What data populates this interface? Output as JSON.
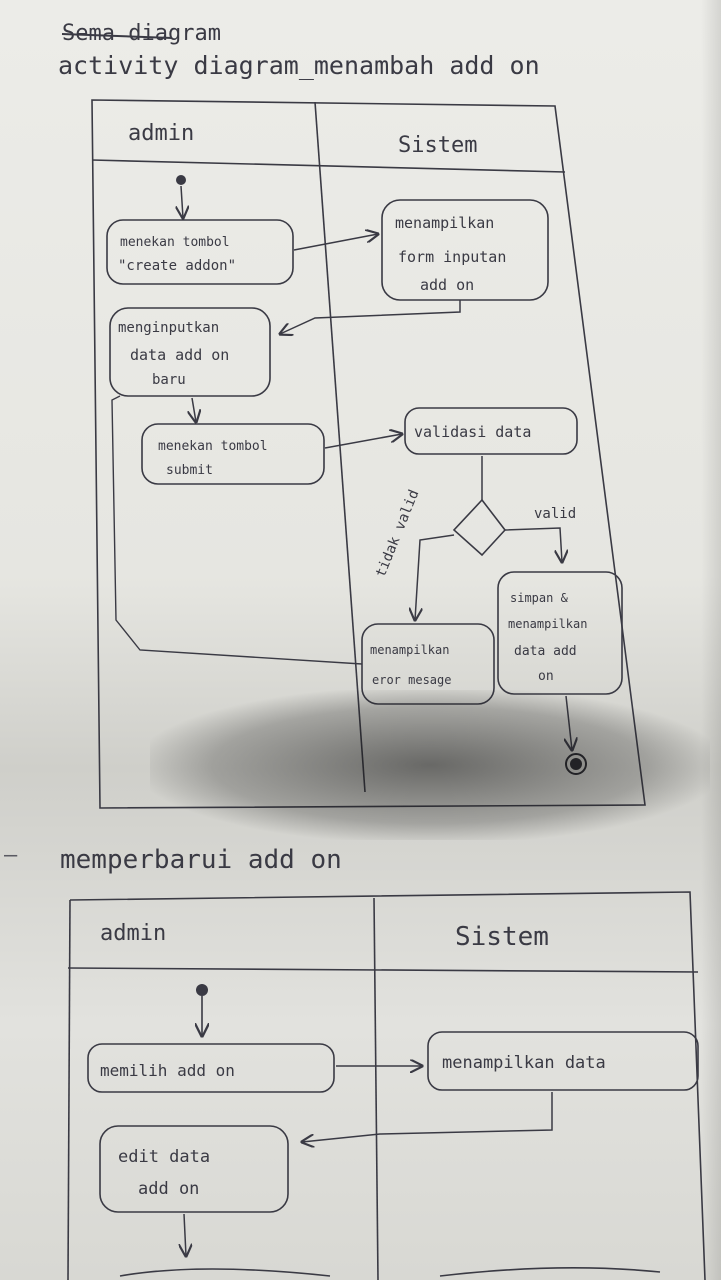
{
  "header": {
    "struck_title": "Sema diagram",
    "diagram1_title": "activity diagram_menambah add on",
    "diagram2_title": "memperbarui add on"
  },
  "diagram1": {
    "lanes": {
      "admin": "admin",
      "sistem": "Sistem"
    },
    "nodes": {
      "press_create_line1": "menekan tombol",
      "press_create_line2": "\"create addon\"",
      "show_form_line1": "menampilkan",
      "show_form_line2": "form inputan",
      "show_form_line3": "add on",
      "input_data_line1": "menginputkan",
      "input_data_line2": "data add on",
      "input_data_line3": "baru",
      "press_submit_line1": "menekan tombol",
      "press_submit_line2": "submit",
      "validate": "validasi data",
      "error_line1": "menampilkan",
      "error_line2": "eror mesage",
      "save_line1": "simpan &",
      "save_line2": "menampilkan",
      "save_line3": "data add",
      "save_line4": "on"
    },
    "guards": {
      "invalid": "tidak valid",
      "valid": "valid"
    }
  },
  "diagram2": {
    "lanes": {
      "admin": "admin",
      "sistem": "Sistem"
    },
    "nodes": {
      "choose": "memilih add on",
      "show_data": "menampilkan data",
      "edit_line1": "edit data",
      "edit_line2": "add on"
    }
  },
  "colors": {
    "ink": "#3a3a44",
    "paper": "#ecece8",
    "lead": "#4a4a52"
  }
}
